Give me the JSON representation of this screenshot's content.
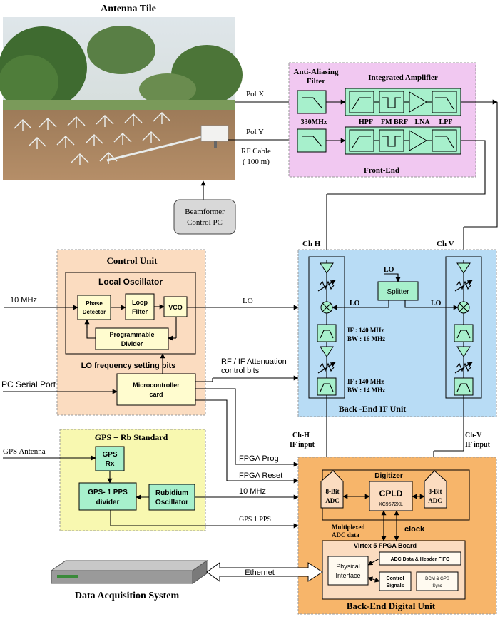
{
  "antenna": {
    "title": "Antenna Tile",
    "pol_x": "Pol X",
    "pol_y": "Pol Y",
    "rf_cable": "RF Cable",
    "rf_cable_len": "( 100 m)"
  },
  "beamformer": {
    "line1": "Beamformer",
    "line2": "Control PC"
  },
  "frontend": {
    "aa_line1": "Anti-Aliasing",
    "aa_line2": "Filter",
    "ia_label": "Integrated Amplifier",
    "freq": "330MHz",
    "hpf": "HPF",
    "fmbrf": "FM BRF",
    "lna": "LNA",
    "lpf": "LPF",
    "title": "Front-End"
  },
  "control": {
    "title": "Control Unit",
    "lo_title": "Local Oscillator",
    "phase1": "Phase",
    "phase2": "Detector",
    "loop1": "Loop",
    "loop2": "Filter",
    "vco": "VCO",
    "prog1": "Programmable",
    "prog2": "Divider",
    "lo_bits": "LO frequency setting bits",
    "micro1": "Microcontroller",
    "micro2": "card",
    "in_10mhz": "10 MHz",
    "pc_serial": "PC Serial Port",
    "lo_out": "LO",
    "atten1": "RF / IF Attenuation",
    "atten2": "control bits"
  },
  "backend_if": {
    "ch_h": "Ch  H",
    "ch_v": "Ch  V",
    "lo_in": "LO",
    "splitter": "Splitter",
    "lo_left": "LO",
    "lo_right": "LO",
    "if1": "IF : 140 MHz",
    "bw1": "BW : 16 MHz",
    "if2": "IF : 140 MHz",
    "bw2": "BW : 14 MHz",
    "title": "Back -End IF Unit"
  },
  "gps": {
    "title": "GPS + Rb Standard",
    "antenna": "GPS Antenna",
    "gps1": "GPS",
    "gps2": "Rx",
    "pps1": "GPS- 1 PPS",
    "pps2": "divider",
    "rb1": "Rubidium",
    "rb2": "Oscillator",
    "out_10mhz": "10 MHz",
    "out_pps": "GPS 1 PPS"
  },
  "digital": {
    "chh1": "Ch-H",
    "chh2": "IF input",
    "chv1": "Ch-V",
    "chv2": "IF input",
    "fpga_prog": "FPGA Prog",
    "fpga_reset": "FPGA  Reset",
    "digitizer": "Digitizer",
    "adc1a": "8-Bit",
    "adc1b": "ADC",
    "cpld": "CPLD",
    "cpld_part": "XC9572XL",
    "adc2a": "8-Bit",
    "adc2b": "ADC",
    "mux1": "Multiplexed",
    "mux2": "ADC data",
    "clock": "clock",
    "virtex": "Virtex 5 FPGA Board",
    "adc_fifo": "ADC  Data & Header FIFO",
    "phys1": "Physical",
    "phys2": "Interface",
    "ctrl1": "Control",
    "ctrl2": "Signals",
    "dcm1": "DCM & GPS",
    "dcm2": "Sync",
    "title": "Back-End Digital Unit"
  },
  "das": {
    "ethernet": "Ethernet",
    "title": "Data Acquisition System"
  }
}
